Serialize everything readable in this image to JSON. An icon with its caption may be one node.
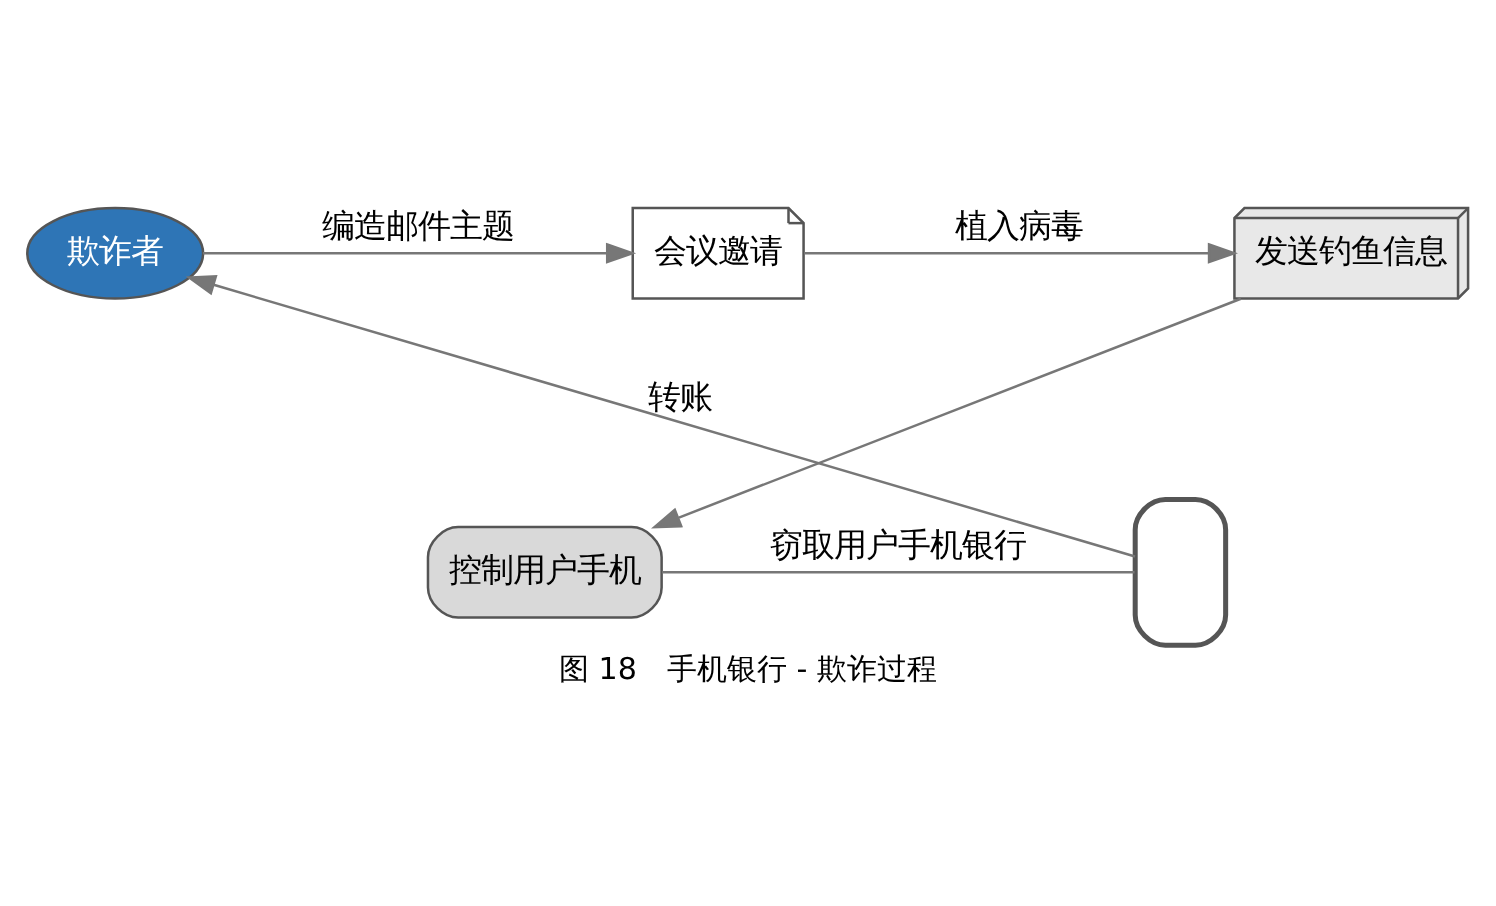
{
  "diagram": {
    "caption": "图 18　手机银行 - 欺诈过程",
    "nodes": [
      {
        "text": [
          "欺诈者"
        ]
      },
      {
        "text": [
          "会议邀请"
        ]
      },
      {
        "text": [
          "发送钓鱼信息"
        ]
      },
      {
        "text": [
          "控制用户手机"
        ]
      },
      {
        "text": [],
        "shape": "phone"
      }
    ],
    "edges": [
      {
        "from": 0,
        "to": 1,
        "arrow": "to",
        "label": "编造邮件主题"
      },
      {
        "from": 1,
        "to": 2,
        "arrow": "to",
        "label": "植入病毒"
      },
      {
        "from": 2,
        "to": 3,
        "arrow": "to"
      },
      {
        "from": 3,
        "to": 4,
        "arrow": "none",
        "label": "窃取用户手机银行"
      },
      {
        "from": 4,
        "to": 0,
        "arrow": "to",
        "label": "转账"
      }
    ]
  }
}
